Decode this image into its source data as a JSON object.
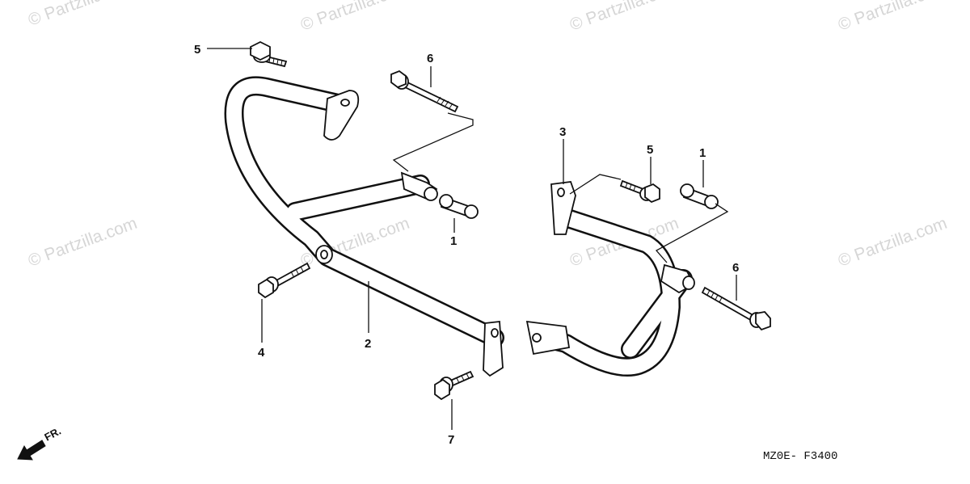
{
  "watermark": "© Partzilla.com",
  "diagram_code": "MZ0E- F3400",
  "direction_label": "FR.",
  "callouts": {
    "c1_left": "1",
    "c1_right": "1",
    "c2": "2",
    "c3": "3",
    "c4": "4",
    "c5_left": "5",
    "c5_right": "5",
    "c6_left": "6",
    "c6_right": "6",
    "c7": "7"
  },
  "colors": {
    "line": "#111111",
    "watermark": "#d6d6d6",
    "background": "#ffffff"
  }
}
